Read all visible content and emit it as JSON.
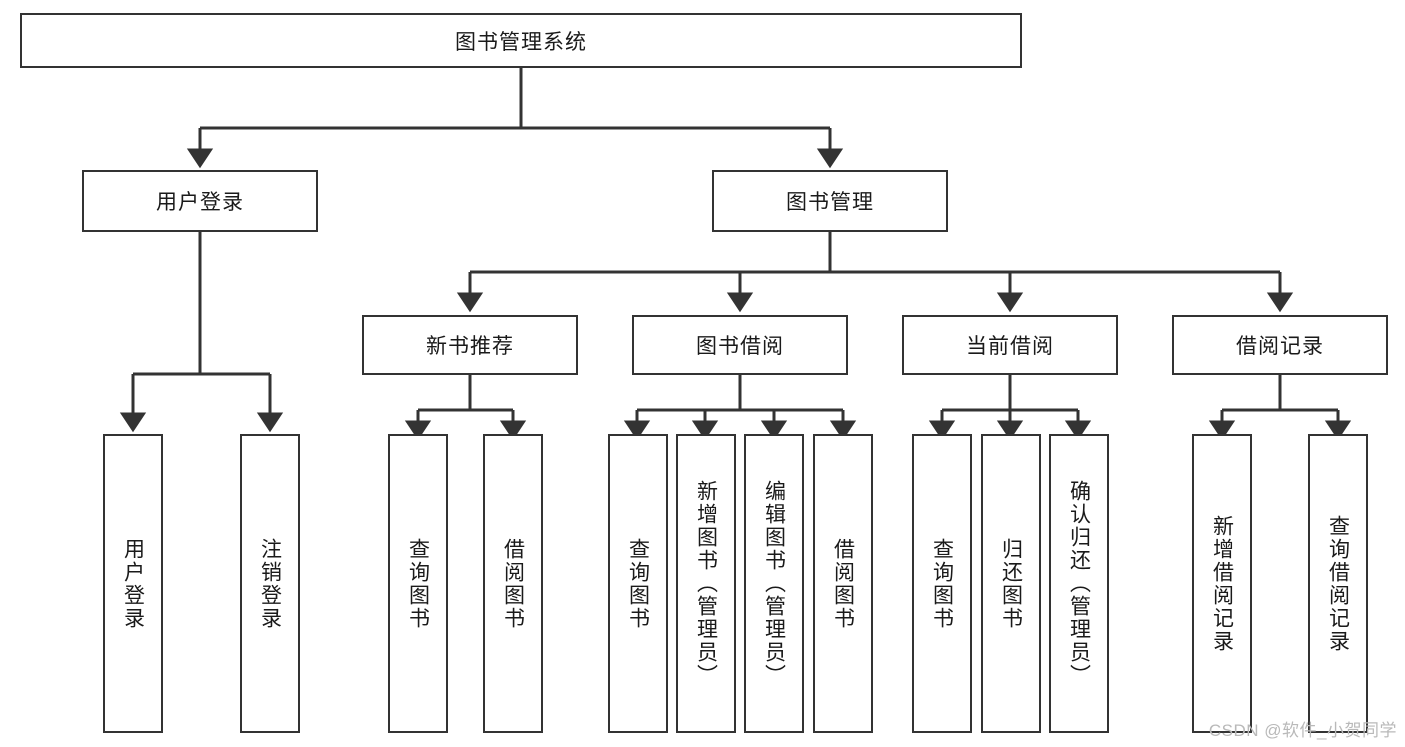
{
  "diagram": {
    "title_node": {
      "label": "图书管理系统"
    },
    "level2": [
      {
        "label": "用户登录"
      },
      {
        "label": "图书管理"
      }
    ],
    "level3": [
      {
        "label": "新书推荐"
      },
      {
        "label": "图书借阅"
      },
      {
        "label": "当前借阅"
      },
      {
        "label": "借阅记录"
      }
    ],
    "leaves": {
      "user_login": [
        {
          "label": "用户登录"
        },
        {
          "label": "注销登录"
        }
      ],
      "new_book": [
        {
          "label": "查询图书"
        },
        {
          "label": "借阅图书"
        }
      ],
      "book_borrow": [
        {
          "label": "查询图书"
        },
        {
          "label": "新增图书（管理员）"
        },
        {
          "label": "编辑图书（管理员）"
        },
        {
          "label": "借阅图书"
        }
      ],
      "current_borrow": [
        {
          "label": "查询图书"
        },
        {
          "label": "归还图书"
        },
        {
          "label": "确认归还（管理员）"
        }
      ],
      "borrow_record": [
        {
          "label": "新增借阅记录"
        },
        {
          "label": "查询借阅记录"
        }
      ]
    },
    "watermark": {
      "text": "CSDN @软件_小贺同学"
    },
    "colors": {
      "stroke": "#333333",
      "background": "#ffffff",
      "text": "#1a1a1a",
      "watermark": "#b9b9b9"
    }
  }
}
